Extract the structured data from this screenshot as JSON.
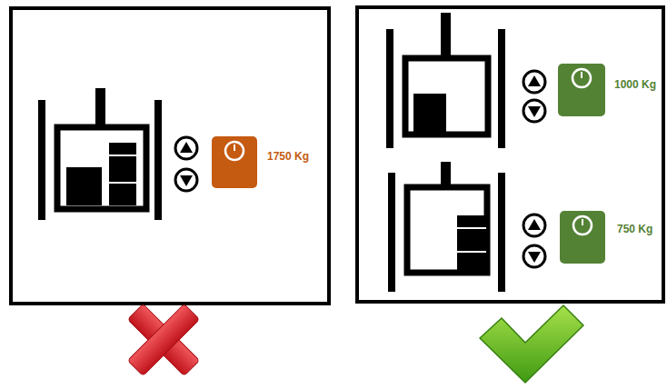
{
  "diagram": {
    "labels": [
      "1750 Kg",
      "1000 Kg",
      "750 Kg"
    ]
  }
}
